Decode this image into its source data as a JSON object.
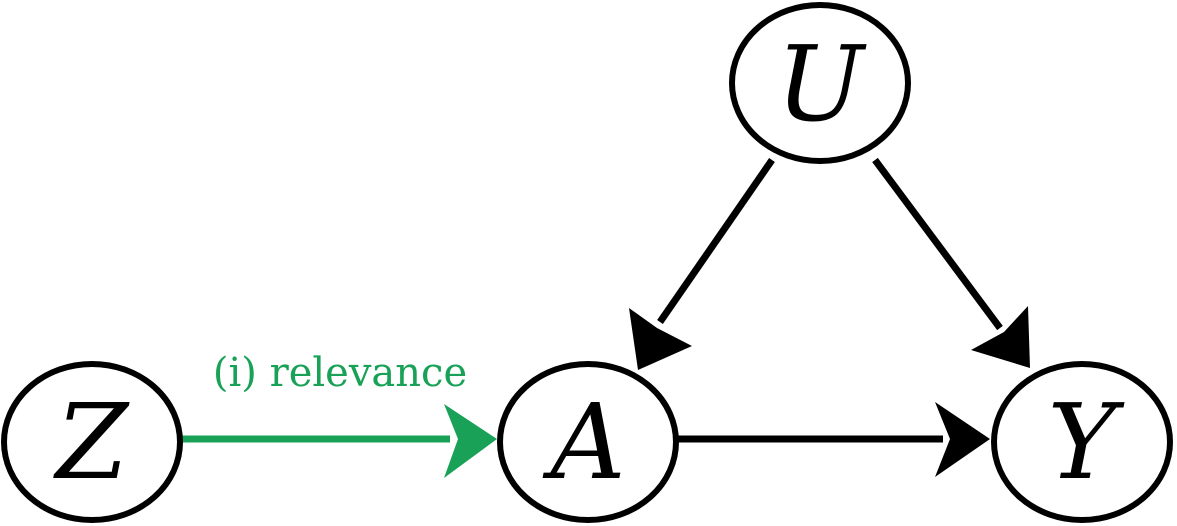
{
  "nodes": {
    "z": {
      "label": "Z"
    },
    "a": {
      "label": "A"
    },
    "u": {
      "label": "U"
    },
    "y": {
      "label": "Y"
    }
  },
  "edges": {
    "z_to_a": {
      "label": "(i) relevance",
      "color": "#18a157"
    },
    "u_to_a": {
      "color": "#000000"
    },
    "u_to_y": {
      "color": "#000000"
    },
    "a_to_y": {
      "color": "#000000"
    }
  }
}
